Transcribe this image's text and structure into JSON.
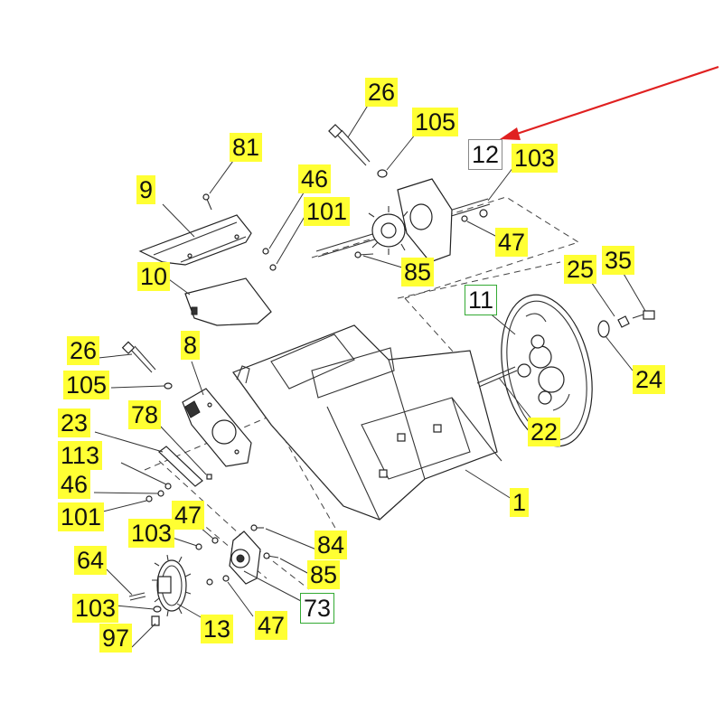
{
  "callouts": {
    "p26_top": "26",
    "p105_top": "105",
    "p81": "81",
    "p12": "12",
    "p103_top": "103",
    "p46_top": "46",
    "p9": "9",
    "p101_top": "101",
    "p47_top": "47",
    "p85_top": "85",
    "p10": "10",
    "p25": "25",
    "p35": "35",
    "p11": "11",
    "p8": "8",
    "p26_left": "26",
    "p105_left": "105",
    "p24": "24",
    "p22": "22",
    "p23": "23",
    "p78": "78",
    "p113": "113",
    "p46_left": "46",
    "p101_left": "101",
    "p1": "1",
    "p47_mid": "47",
    "p103_mid": "103",
    "p84": "84",
    "p64": "64",
    "p85_bottom": "85",
    "p73": "73",
    "p103_bottom": "103",
    "p47_bottom": "47",
    "p13": "13",
    "p97": "97"
  },
  "colors": {
    "highlight": "#ffff33",
    "boxed_border": "#33aa33",
    "arrow": "#e02020",
    "line": "#333333"
  }
}
